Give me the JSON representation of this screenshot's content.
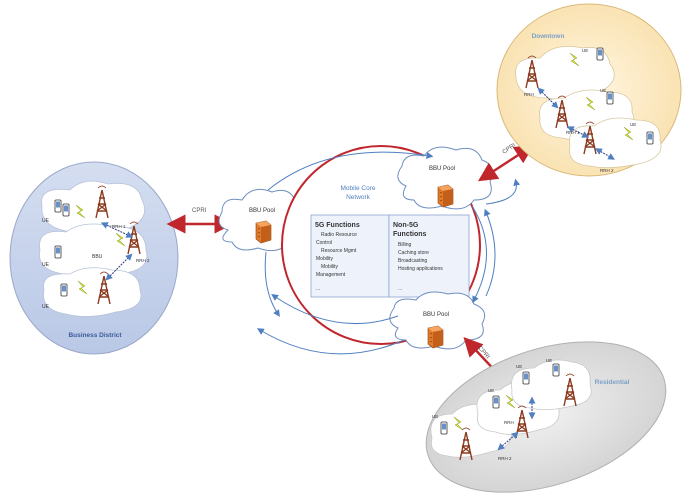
{
  "core": {
    "title_line1": "Mobile Core",
    "title_line2": "Network",
    "functions_5g": {
      "header_line1": "5G Functions",
      "items": [
        "Radio Resource",
        "Control",
        "Resource Mgmt",
        "Mobility",
        "Mobility",
        "Management",
        "..."
      ]
    },
    "functions_non5g": {
      "header_line1": "Non-5G",
      "header_line2": "Functions",
      "items": [
        "Billing",
        "Caching store",
        "Broadcasting",
        "Hosting applications",
        "..."
      ]
    }
  },
  "bbu_pools": {
    "left": "BBU Pool",
    "top_right": "BBU Pool",
    "bottom_right": "BBU Pool"
  },
  "cpri_labels": {
    "left": "CPRI",
    "top_right": "CPRI",
    "bottom_right": "CPRI"
  },
  "districts": {
    "business": {
      "name": "Business District",
      "rrh_labels": [
        "RRH 1",
        "RRH 2"
      ],
      "ue_labels": [
        "UE",
        "UE",
        "UE"
      ],
      "bbu_labels": [
        "BBU"
      ]
    },
    "downtown": {
      "name": "Downtown",
      "rrh_labels": [
        "RRH",
        "RRH 1",
        "RRH 2"
      ],
      "ue_labels": [
        "UE",
        "UE",
        "UE"
      ]
    },
    "residential": {
      "name": "Residential",
      "rrh_labels": [
        "RRH",
        "RRH 2"
      ],
      "ue_labels": [
        "UE",
        "UE",
        "UE",
        "UE"
      ]
    }
  },
  "colors": {
    "business_bg": "#c6d2ea",
    "downtown_bg": "#fbe7bd",
    "residential_bg": "#d8d8d8",
    "core_ring": "#c0272d",
    "cpri_arrow": "#c0272d",
    "flow_arrow": "#4f7fc0",
    "server": "#e07b2a",
    "tower": "#8b3a1f",
    "lightning": "#d7e23a"
  }
}
